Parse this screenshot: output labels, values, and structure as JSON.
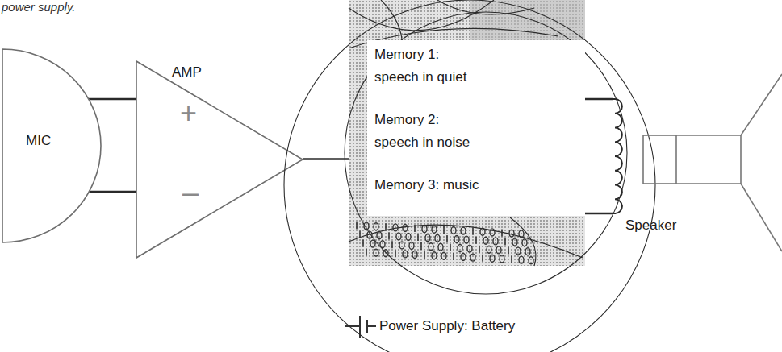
{
  "diagram": {
    "caption": "power supply.",
    "nodes": [
      {
        "text": [
          "MIC"
        ]
      },
      {
        "text": [
          "AMP",
          "+",
          "–"
        ]
      },
      {
        "text": [
          "Memory 1: speech in quiet",
          "Memory 2: speech in noise",
          "Memory 3: music"
        ]
      },
      {
        "text": [
          "Speaker"
        ]
      }
    ],
    "edges": [
      {
        "from": 0,
        "to": 1,
        "arrow": "none"
      },
      {
        "from": 0,
        "to": 1,
        "arrow": "none"
      },
      {
        "from": 1,
        "to": 2,
        "arrow": "none"
      },
      {
        "from": 2,
        "to": 3,
        "arrow": "none"
      },
      {
        "from": 2,
        "to": 3,
        "arrow": "none"
      }
    ],
    "labels": [
      "Power Supply: Battery"
    ]
  }
}
